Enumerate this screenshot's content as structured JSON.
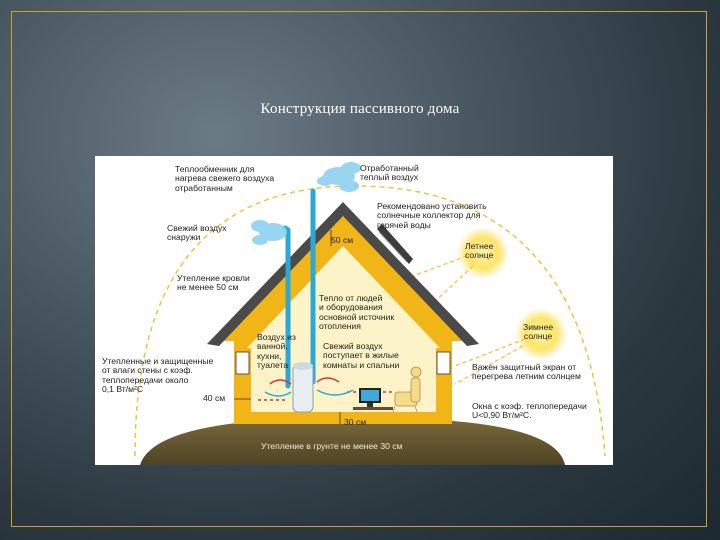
{
  "slide": {
    "title": "Конструкция пассивного дома"
  },
  "diagram": {
    "labels": {
      "heat_exchanger": "Теплообменник для\nнагрева свежего воздуха\nотработанным",
      "exhaust_air": "Отработанный\nтеплый воздух",
      "fresh_air_outside": "Свежий воздух\nснаружи",
      "solar_collector": "Рекомендовано установить\nсолнечные коллектор для\nгорячей воды",
      "roof_thickness": "50 см",
      "summer_sun": "Летнее\nсолнце",
      "roof_insulation": "Утепление кровли\nне менее 50 см",
      "internal_heat": "Тепло от людей\nи оборудования\nосновной источник\nотопления",
      "winter_sun": "Зимнее\nсолнце",
      "exhaust_rooms": "Воздух из\nванной,\nкухни,\nтуалета",
      "fresh_air_rooms": "Свежий воздух\nпоступает в жилые\nкомнаты и спальни",
      "wall_insulation": "Утепленные и защищенные\nот влаги стены с коэф.\nтеплопередачи около\n0,1 Вт/м²С",
      "sun_screen": "Важен защитный экран от\nперегрева летним солнцем",
      "wall_thickness": "40 см",
      "windows": "Окна с коэф. теплопередачи\nU<0,90 Вт/м²С.",
      "floor_thickness": "30 см",
      "ground_insulation": "Утепление в грунте не менее 30 см"
    },
    "colors": {
      "insulation": "#f2b518",
      "roof": "#4a4a4a",
      "interior": "#fdf3c8",
      "ground": "#6a5a33",
      "fresh_air": "#8fd1ef",
      "duct": "#2aa9d6",
      "warm_air": "#e0303a",
      "sun_path": "#f0c040"
    }
  }
}
